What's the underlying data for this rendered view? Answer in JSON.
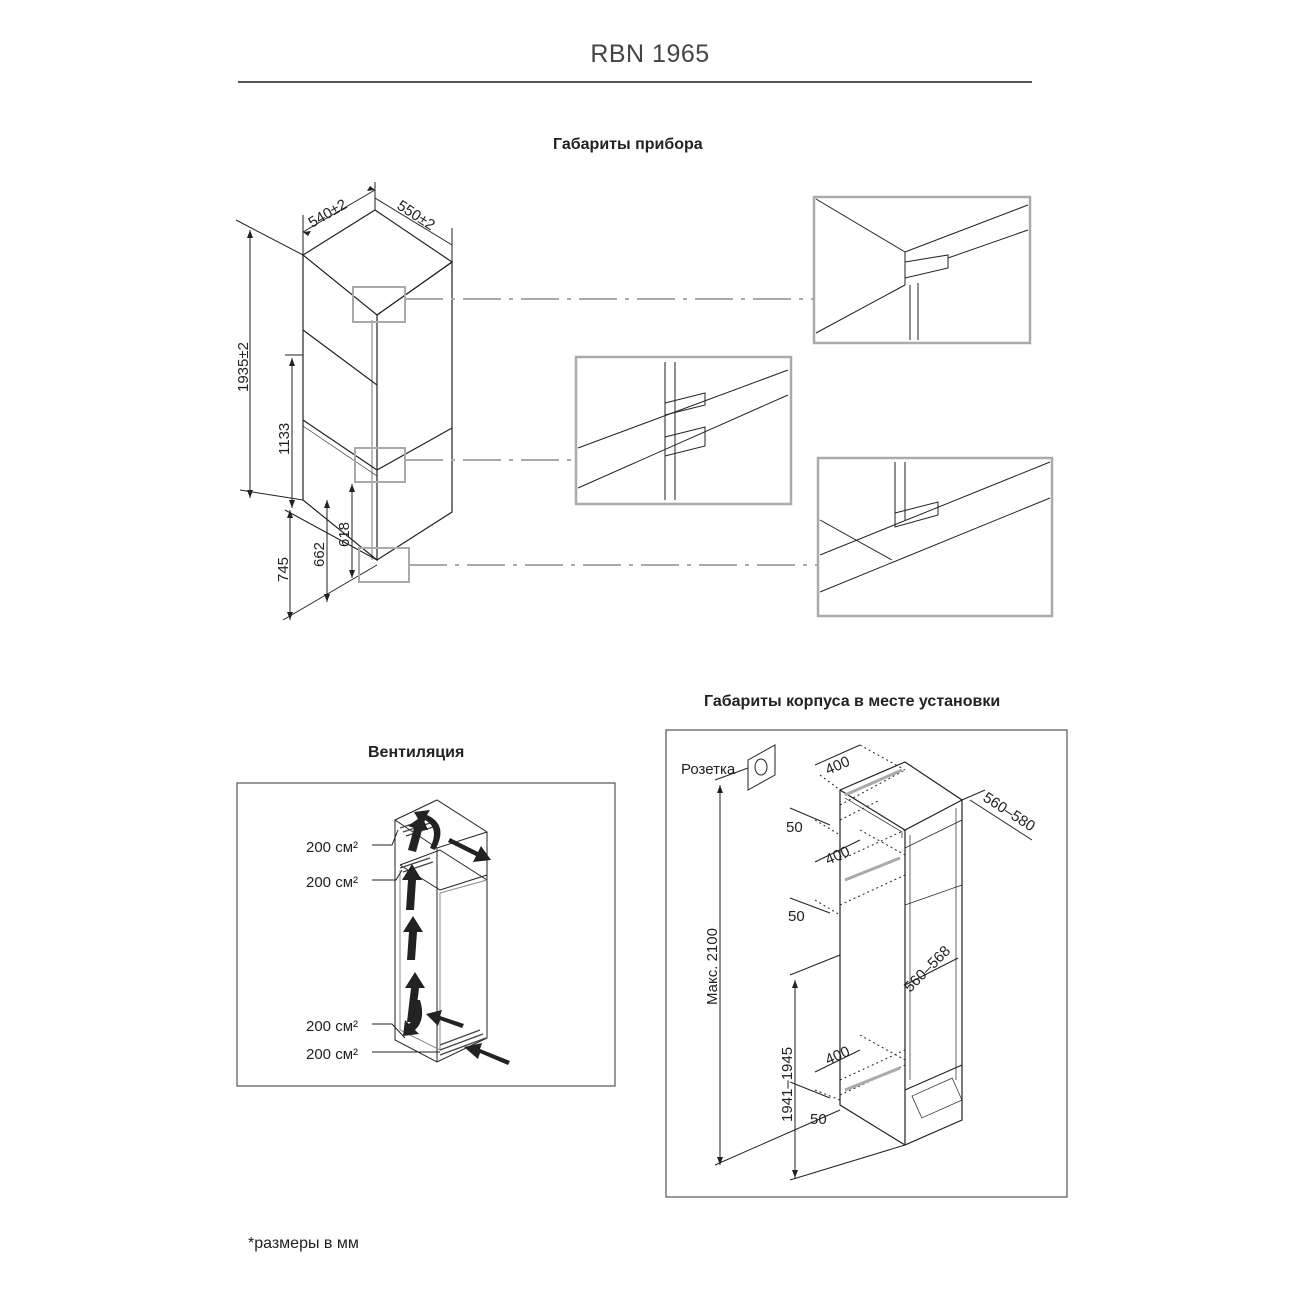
{
  "title": "RBN 1965",
  "sections": {
    "appliance": "Габариты прибора",
    "ventilation": "Вентиляция",
    "niche": "Габариты корпуса в месте установки"
  },
  "appliance_dims": {
    "width": "540±2",
    "depth": "550±2",
    "height": "1935±2",
    "h1133": "1133",
    "h745": "745",
    "h662": "662",
    "h618": "618"
  },
  "ventilation": {
    "area_top_1": "200 см²",
    "area_top_2": "200 см²",
    "area_bottom_1": "200 см²",
    "area_bottom_2": "200 см²"
  },
  "niche_dims": {
    "socket": "Розетка",
    "w400_top": "400",
    "w400_mid": "400",
    "w400_bot": "400",
    "gap50_a": "50",
    "gap50_b": "50",
    "gap50_c": "50",
    "depth": "560–580",
    "width": "560–568",
    "max_height": "Макс. 2100",
    "niche_height": "1941–1945"
  },
  "footnote": "*размеры в мм"
}
